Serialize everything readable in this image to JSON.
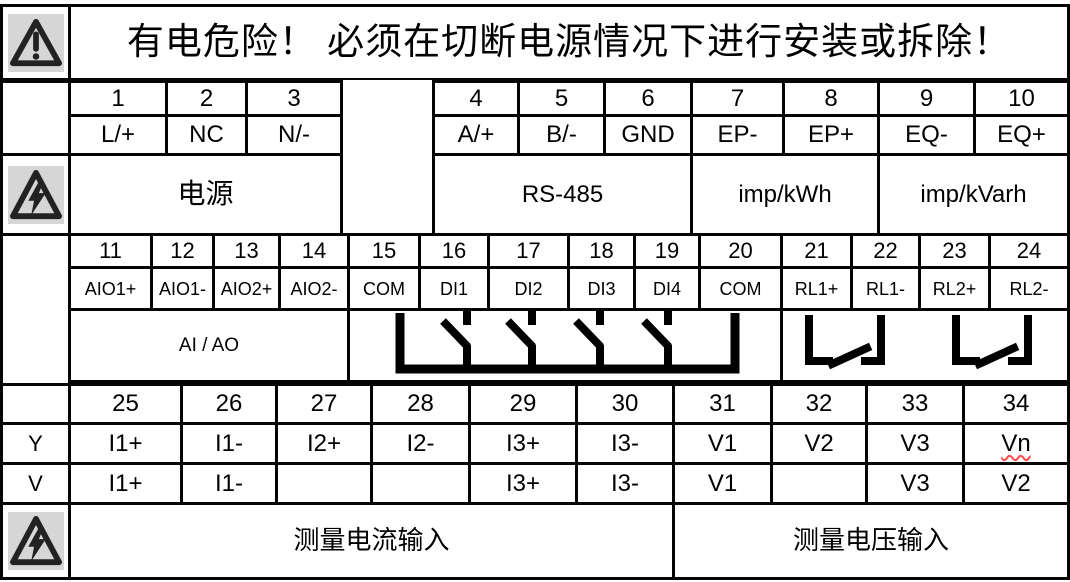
{
  "title": "有电危险！ 必须在切断电源情况下进行安装或拆除！",
  "icons": {
    "top": "general-warning-triangle",
    "middle": "electric-shock-triangle",
    "bottom": "electric-shock-triangle"
  },
  "t1to10": {
    "numbers": [
      "1",
      "2",
      "3",
      "4",
      "5",
      "6",
      "7",
      "8",
      "9",
      "10"
    ],
    "labels": [
      "L/+",
      "NC",
      "N/-",
      "A/+",
      "B/-",
      "GND",
      "EP-",
      "EP+",
      "EQ-",
      "EQ+"
    ],
    "groups": {
      "power": "电源",
      "rs485": "RS-485",
      "kwh": "imp/kWh",
      "kvarh": "imp/kVarh"
    }
  },
  "t11to24": {
    "numbers": [
      "11",
      "12",
      "13",
      "14",
      "15",
      "16",
      "17",
      "18",
      "19",
      "20",
      "21",
      "22",
      "23",
      "24"
    ],
    "labels": [
      "AIO1+",
      "AIO1-",
      "AIO2+",
      "AIO2-",
      "COM",
      "DI1",
      "DI2",
      "DI3",
      "DI4",
      "COM",
      "RL1+",
      "RL1-",
      "RL2+",
      "RL2-"
    ],
    "aiao": "AI / AO",
    "symbols": {
      "di_bank": "digital-input-switches",
      "relays": "relay-contacts"
    }
  },
  "t25to34": {
    "numbers": [
      "25",
      "26",
      "27",
      "28",
      "29",
      "30",
      "31",
      "32",
      "33",
      "34"
    ],
    "rowY": {
      "label": "Y",
      "values": [
        "I1+",
        "I1-",
        "I2+",
        "I2-",
        "I3+",
        "I3-",
        "V1",
        "V2",
        "V3",
        "Vn"
      ]
    },
    "rowV": {
      "label": "V",
      "values": [
        "I1+",
        "I1-",
        "",
        "",
        "I3+",
        "I3-",
        "V1",
        "",
        "V3",
        "V2"
      ]
    },
    "groups": {
      "current": "测量电流输入",
      "voltage": "测量电压输入"
    }
  },
  "colors": {
    "border": "#050505",
    "icon_background": "#d6d6d6",
    "misspell_underline": "#ff4a4a",
    "text": "#000000"
  }
}
